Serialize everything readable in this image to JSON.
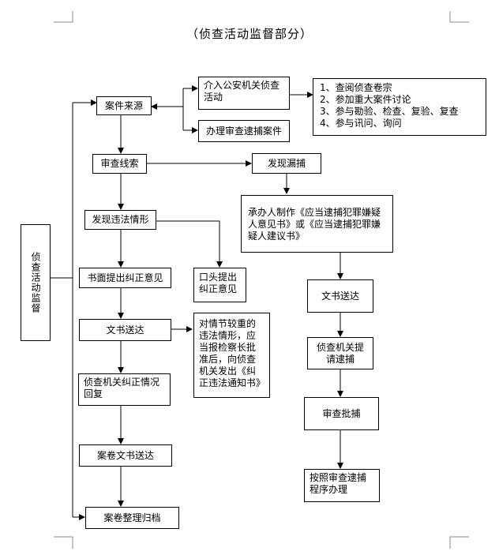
{
  "title": "（侦查活动监督部分）",
  "nodes": {
    "side": "侦查活动监督",
    "case_source": "案件来源",
    "intervene": "介入公安机关侦查活动",
    "arrest_case": "办理审查逮捕案件",
    "duties": "1、查阅侦查卷宗\n2、参加重大案件讨论\n3、参与勘验、检查、复验、复查\n4、参与讯问、询问",
    "review_clues": "审查线索",
    "find_omission": "发现漏捕",
    "find_violation": "发现违法情形",
    "undertaker": "承办人制作《应当逮捕犯罪嫌疑人意见书》或《应当逮捕犯罪嫌疑人建议书》",
    "written_opinion": "书面提出纠正意见",
    "oral_opinion": "口头提出纠正意见",
    "doc_send_left": "文书送达",
    "doc_send_right": "文书送达",
    "serious_note": "对情节较重的违法情形，应当报检察长批准后，向侦查机关发出《纠正违法通知书》",
    "agency_reply": "侦查机关纠正情况回复",
    "agency_request": "侦查机关提请逮捕",
    "review_arrest": "审查批捕",
    "archive_send": "案卷文书送达",
    "per_procedure": "按照审查逮捕程序办理",
    "archive": "案卷整理归档"
  }
}
